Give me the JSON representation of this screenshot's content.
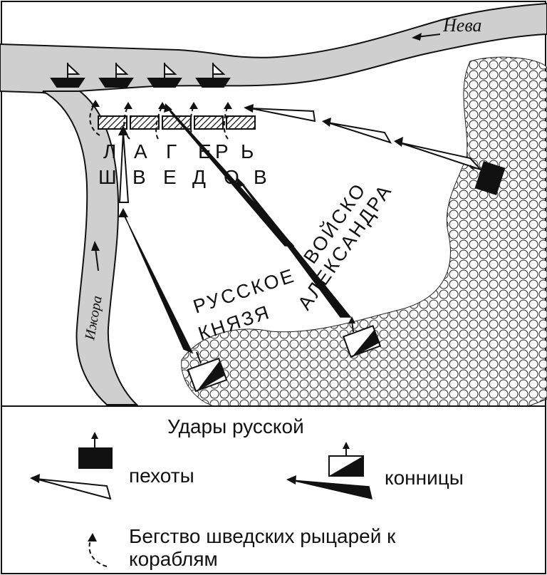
{
  "map": {
    "rivers": {
      "neva": "Нева",
      "izhora": "Ижора"
    },
    "camp_label": {
      "line1_letters": [
        "Л",
        "А",
        "Г",
        "Е",
        "Р",
        "Ь"
      ],
      "line2_letters": [
        "Ш",
        "В",
        "Е",
        "Д",
        "О",
        "В"
      ]
    },
    "army_label": {
      "line1": "РУССКОЕ",
      "line2": "ВОЙСКО",
      "line3": "КНЯЗЯ",
      "line4": "АЛЕКСАНДРА"
    }
  },
  "legend": {
    "title": "Удары русской",
    "infantry": "пехоты",
    "cavalry": "конницы",
    "retreat": "Бегство шведских рыцарей к кораблям"
  },
  "colors": {
    "ink": "#111111",
    "water": "#cfcfcf",
    "forest_stroke": "#222222",
    "paper": "#ffffff"
  }
}
